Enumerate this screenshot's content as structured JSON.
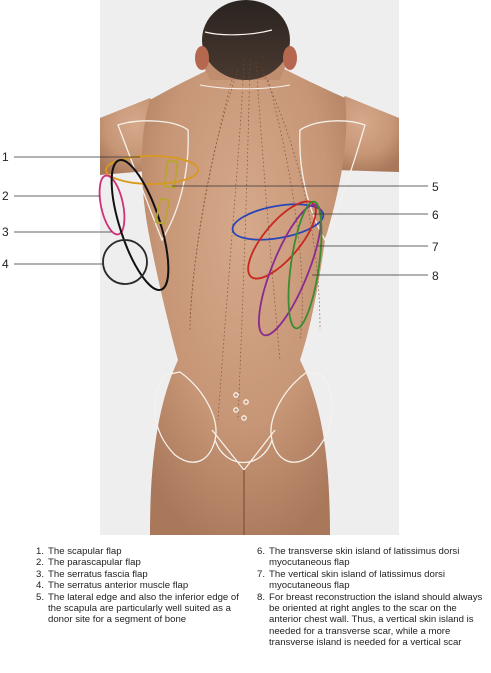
{
  "figure": {
    "callouts": [
      {
        "num": "1",
        "side": "left"
      },
      {
        "num": "2",
        "side": "left"
      },
      {
        "num": "3",
        "side": "left"
      },
      {
        "num": "4",
        "side": "left"
      },
      {
        "num": "5",
        "side": "right"
      },
      {
        "num": "6",
        "side": "right"
      },
      {
        "num": "7",
        "side": "right"
      },
      {
        "num": "8",
        "side": "right"
      }
    ],
    "flap_colors": {
      "scapular": "#d89a1c",
      "parascapular": "#d0307a",
      "serratus_fascia": "#111111",
      "serratus_anterior": "#2a2a2a",
      "bone_segment": "#b9a433",
      "transverse_island": "#2a45b8",
      "vertical_island_red": "#c8281f",
      "vertical_island_purple": "#8a2c8f",
      "vertical_island_green": "#3a8c2e"
    },
    "skin_color": "#c99a7c",
    "background_color": "#efeeef"
  },
  "legend": {
    "left": [
      {
        "num": "1.",
        "text": "The scapular flap"
      },
      {
        "num": "2.",
        "text": "The parascapular flap"
      },
      {
        "num": "3.",
        "text": "The serratus fascia flap"
      },
      {
        "num": "4.",
        "text": "The serratus anterior muscle flap"
      },
      {
        "num": "5.",
        "text": "The lateral edge and also the inferior edge of the scapula are particularly well suited as a donor site for a segment of bone"
      }
    ],
    "right": [
      {
        "num": "6.",
        "text": "The transverse skin island of latissimus dorsi myocutaneous flap"
      },
      {
        "num": "7.",
        "text": "The vertical skin island of latissimus dorsi myocutaneous flap"
      },
      {
        "num": "8.",
        "text": "For breast reconstruction the island should always be oriented at right angles to the scar on the anterior chest wall. Thus, a vertical skin island is needed for a transverse scar, while a more transverse island is needed for a vertical scar"
      }
    ]
  }
}
